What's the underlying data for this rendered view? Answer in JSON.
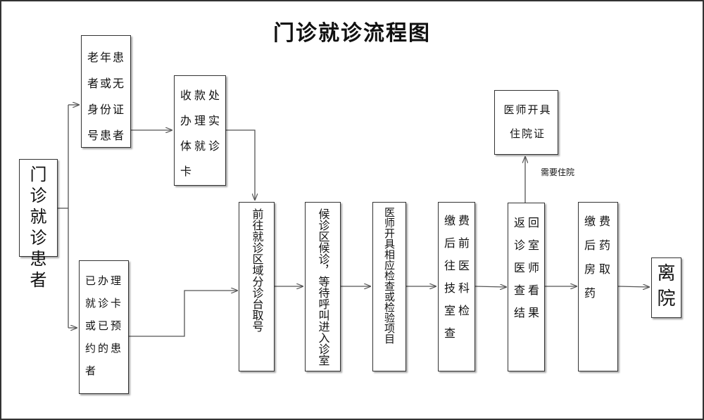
{
  "title": "门诊就诊流程图",
  "nodes": {
    "patient": "门诊就诊患者",
    "elderly": "老年患者或无身份证号患者",
    "cashier": "收款处办理实体就诊卡",
    "registered": "已办理就诊卡或已预约的患者",
    "triage": "前往就诊区域分诊台取号",
    "waiting": "候诊区候诊，等待呼叫进入诊室",
    "doctor_order": "医师开具相应检查或检验项目",
    "pay_exam": "缴费后前往医技科室检查",
    "return": "返回诊室医师查看结果",
    "admission": "医师开具住院证",
    "pharmacy": "缴费后药房取药",
    "leave": "离院"
  },
  "edge_labels": {
    "need_admission": "需要住院"
  },
  "colors": {
    "line": "#555555",
    "border": "#333333"
  }
}
